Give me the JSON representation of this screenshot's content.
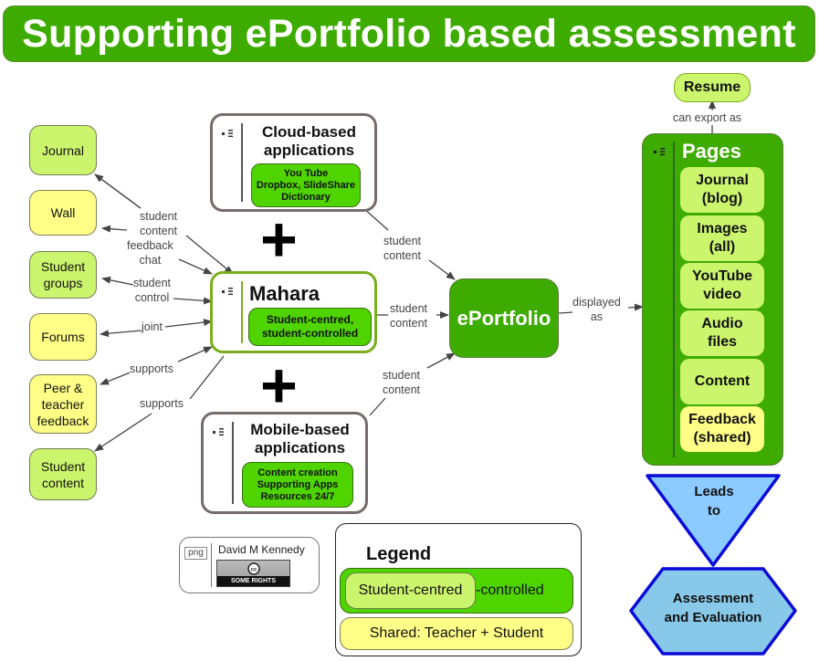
{
  "title": "Supporting ePortfolio based assessment",
  "left_nodes": [
    {
      "label": "Journal",
      "color": "lime"
    },
    {
      "label": "Wall",
      "color": "yellow"
    },
    {
      "label": "Student groups",
      "color": "lime"
    },
    {
      "label": "Forums",
      "color": "yellow"
    },
    {
      "label": "Peer & teacher feedback",
      "color": "yellow"
    },
    {
      "label": "Student content",
      "color": "lime"
    }
  ],
  "left_links": [
    {
      "label": "student\ncontent"
    },
    {
      "label": "feedback\nchat"
    },
    {
      "label": "student\ncontrol"
    },
    {
      "label": "joint"
    },
    {
      "label": "supports"
    },
    {
      "label": "supports"
    }
  ],
  "cloud": {
    "title": "Cloud-based applications",
    "items": [
      "You Tube",
      "Dropbox, SlideShare",
      "Dictionary"
    ]
  },
  "mahara": {
    "title": "Mahara",
    "items": [
      "Student-centred,",
      "student-controlled"
    ]
  },
  "mobile": {
    "title": "Mobile-based applications",
    "items": [
      "Content creation",
      "Supporting Apps",
      "Resources 24/7"
    ]
  },
  "plus_symbol": "+",
  "center_links": {
    "cloud_to_eportfolio": "student\ncontent",
    "mahara_to_eportfolio": "student\ncontent",
    "mobile_to_eportfolio": "student\ncontent",
    "eportfolio_to_pages": "displayed\nas",
    "pages_to_resume": "can export as"
  },
  "eportfolio": {
    "label": "ePortfolio"
  },
  "resume": {
    "label": "Resume"
  },
  "pages": {
    "title": "Pages",
    "items": [
      {
        "label": "Journal\n(blog)",
        "color": "lime"
      },
      {
        "label": "Images\n(all)",
        "color": "lime"
      },
      {
        "label": "YouTube\nvideo",
        "color": "lime"
      },
      {
        "label": "Audio\nfiles",
        "color": "lime"
      },
      {
        "label": "Content",
        "color": "lime"
      },
      {
        "label": "Feedback\n(shared)",
        "color": "yellow"
      }
    ]
  },
  "leads_to": {
    "label": "Leads\nto"
  },
  "assessment": {
    "label": "Assessment\nand Evaluation"
  },
  "attribution": {
    "file_type": "png",
    "author": "David M Kennedy",
    "license_badge": "SOME RIGHTS RESERVED",
    "license_icon": "cc-icon"
  },
  "legend": {
    "title": "Legend",
    "student_centred": "Student-centred",
    "controlled": "-controlled",
    "shared": "Shared: Teacher + Student"
  },
  "colors": {
    "brand_green": "#3eab00",
    "inner_green": "#4fd400",
    "lime": "#ccf56e",
    "yellow": "#ffff88",
    "triangle_blue": "#8ccbff",
    "hexagon_blue": "#88c8e8",
    "shape_border_blue": "#0a0ad8"
  }
}
